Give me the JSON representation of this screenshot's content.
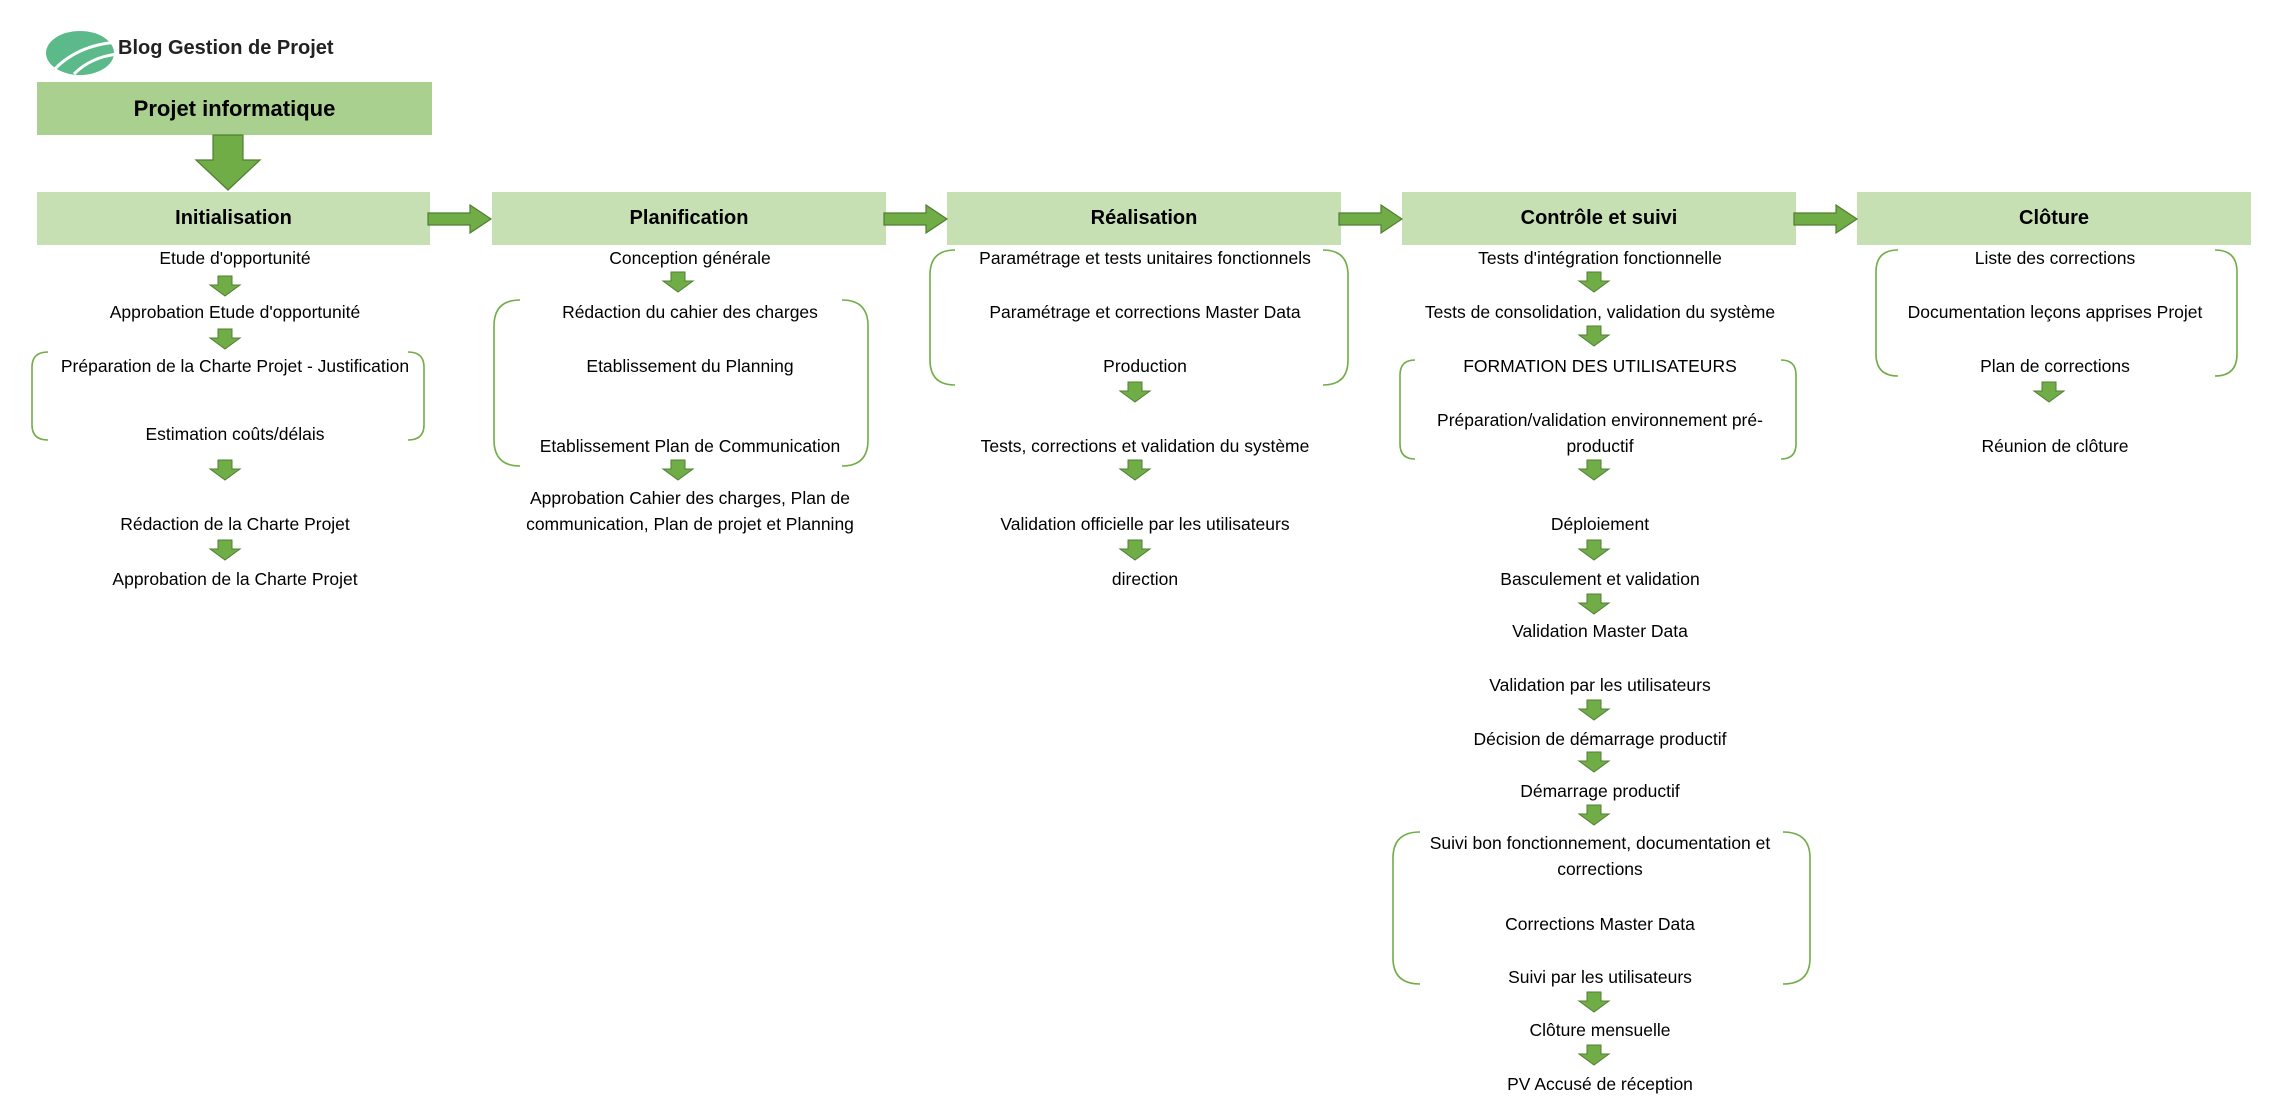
{
  "logo": {
    "title": "Blog Gestion de Projet"
  },
  "project": {
    "title": "Projet informatique"
  },
  "colors": {
    "arrow_fill": "#70ad47",
    "arrow_stroke": "#507e32",
    "project_fill": "#a9d08e",
    "phase_fill": "#c6e0b4",
    "bracket": "#70ad47"
  },
  "phases": [
    {
      "title": "Initialisation",
      "items": [
        "Etude d'opportunité",
        "Approbation Etude d'opportunité",
        "Préparation de la Charte Projet - Justification",
        "Estimation coûts/délais",
        "Rédaction de la Charte Projet",
        "Approbation de la Charte Projet"
      ]
    },
    {
      "title": "Planification",
      "items": [
        "Conception générale",
        "Rédaction du cahier des charges",
        "Etablissement du Planning",
        "Etablissement Plan de Communication",
        "Approbation Cahier des charges, Plan de communication, Plan de projet et Planning"
      ]
    },
    {
      "title": "Réalisation",
      "items": [
        "Paramétrage et tests unitaires fonctionnels",
        "Paramétrage et corrections Master Data",
        "Production",
        "Tests, corrections et validation du système",
        "Validation officielle par les utilisateurs",
        "direction"
      ]
    },
    {
      "title": "Contrôle et suivi",
      "items": [
        "Tests d'intégration fonctionnelle",
        "Tests de consolidation, validation du système",
        "FORMATION DES UTILISATEURS",
        "Préparation/validation environnement pré-productif",
        "Déploiement",
        "Basculement et validation",
        "Validation Master Data",
        "Validation par les utilisateurs",
        "Décision de démarrage productif",
        "Démarrage productif",
        "Suivi bon fonctionnement, documentation et corrections",
        "Corrections Master Data",
        "Suivi par les utilisateurs",
        "Clôture mensuelle",
        "PV Accusé de réception"
      ]
    },
    {
      "title": "Clôture",
      "items": [
        "Liste des corrections",
        "Documentation leçons apprises Projet",
        "Plan de corrections",
        "Réunion de clôture"
      ]
    }
  ]
}
